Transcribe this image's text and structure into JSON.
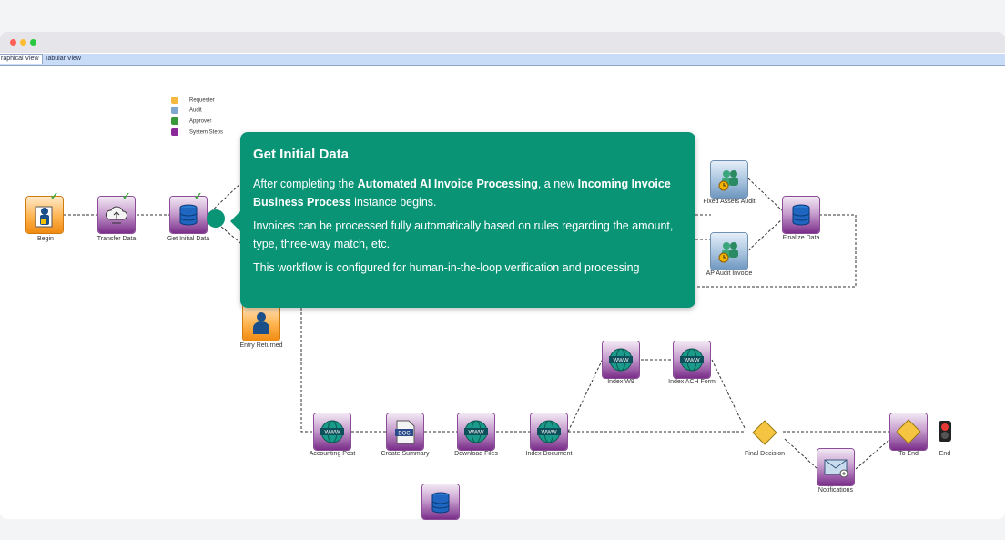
{
  "window": {
    "tabs": [
      "raphical View",
      "Tabular View"
    ]
  },
  "legend": [
    {
      "label": "Requester",
      "color": "#f5b942"
    },
    {
      "label": "Audit",
      "color": "#7fa7cf"
    },
    {
      "label": "Approver",
      "color": "#3a9a3a"
    },
    {
      "label": "System Steps",
      "color": "#8a2a98"
    }
  ],
  "nodes": {
    "begin": "Begin",
    "transfer_data": "Transfer Data",
    "get_initial_data": "Get Initial Data",
    "fixed_assets_audit": "Fixed Assets Audit",
    "ap_audit_invoice": "AP Audit Invoice",
    "finalize_data": "Finalize Data",
    "entry_returned": "Entry Returned",
    "accounting_post": "Accounting Post",
    "create_summary": "Create Summary",
    "download_files": "Download Files",
    "index_document": "Index Document",
    "index_w9": "Index W9",
    "index_ach_form": "Index ACH Form",
    "final_decision": "Final Decision",
    "notifications": "Notifications",
    "to_end": "To End",
    "end": "End"
  },
  "icon_text": {
    "www": "WWW",
    "doc": "DOC"
  },
  "tooltip": {
    "title": "Get Initial Data",
    "p1_pre": "After completing the ",
    "p1_bold1": "Automated AI Invoice Processing",
    "p1_mid": ", a new ",
    "p1_bold2": "Incoming Invoice Business Process",
    "p1_post": " instance begins.",
    "p2": "Invoices can be processed fully automatically based on rules regarding the amount, type, three-way match, etc.",
    "p3": "This workflow is configured for human-in-the-loop verification and processing"
  },
  "colors": {
    "accent": "#0a9476",
    "purple_node": "#7a2e8a",
    "orange_node": "#f08a10",
    "blue_node": "#6f97bf"
  }
}
